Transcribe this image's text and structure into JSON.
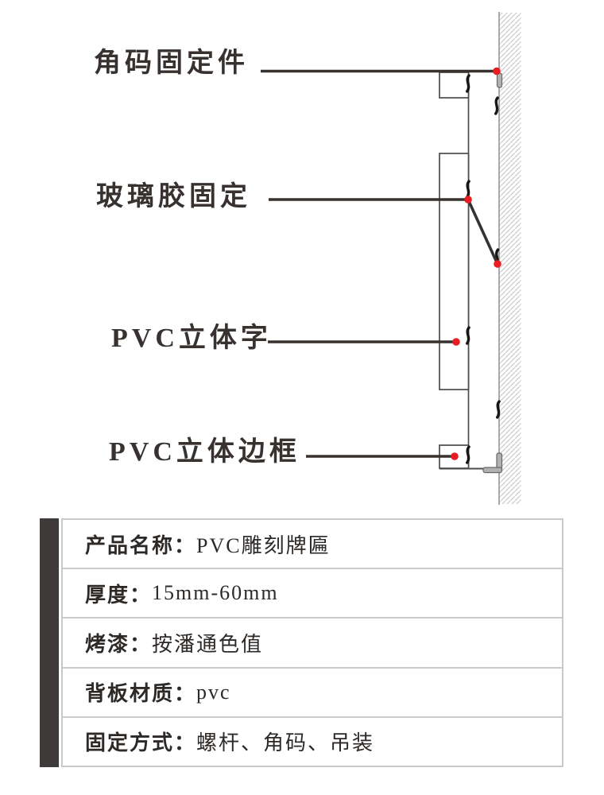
{
  "diagram": {
    "labels": [
      "角码固定件",
      "玻璃胶固定",
      "PVC立体字",
      "PVC立体边框"
    ],
    "marker_count": 5
  },
  "spec_table": {
    "rows": [
      {
        "label": "产品名称：",
        "value": "PVC雕刻牌匾"
      },
      {
        "label": "厚度：",
        "value": "15mm-60mm"
      },
      {
        "label": "烤漆：",
        "value": "按潘通色值"
      },
      {
        "label": "背板材质：",
        "value": "pvc"
      },
      {
        "label": "固定方式：",
        "value": "螺杆、角码、吊装"
      }
    ]
  },
  "colors": {
    "marker_red": "#e71d23",
    "leader_line": "#37322f",
    "outline_gray": "#4c4c4c",
    "wall_gray": "#9b9b9b",
    "hatch_gray": "#c9c9c9",
    "bracket_fill": "#b3b1b0",
    "bracket_edge": "#6b6764",
    "table_border": "#c9c9c9",
    "accent_bar": "#3d3a39",
    "text_dark": "#2c2927"
  }
}
